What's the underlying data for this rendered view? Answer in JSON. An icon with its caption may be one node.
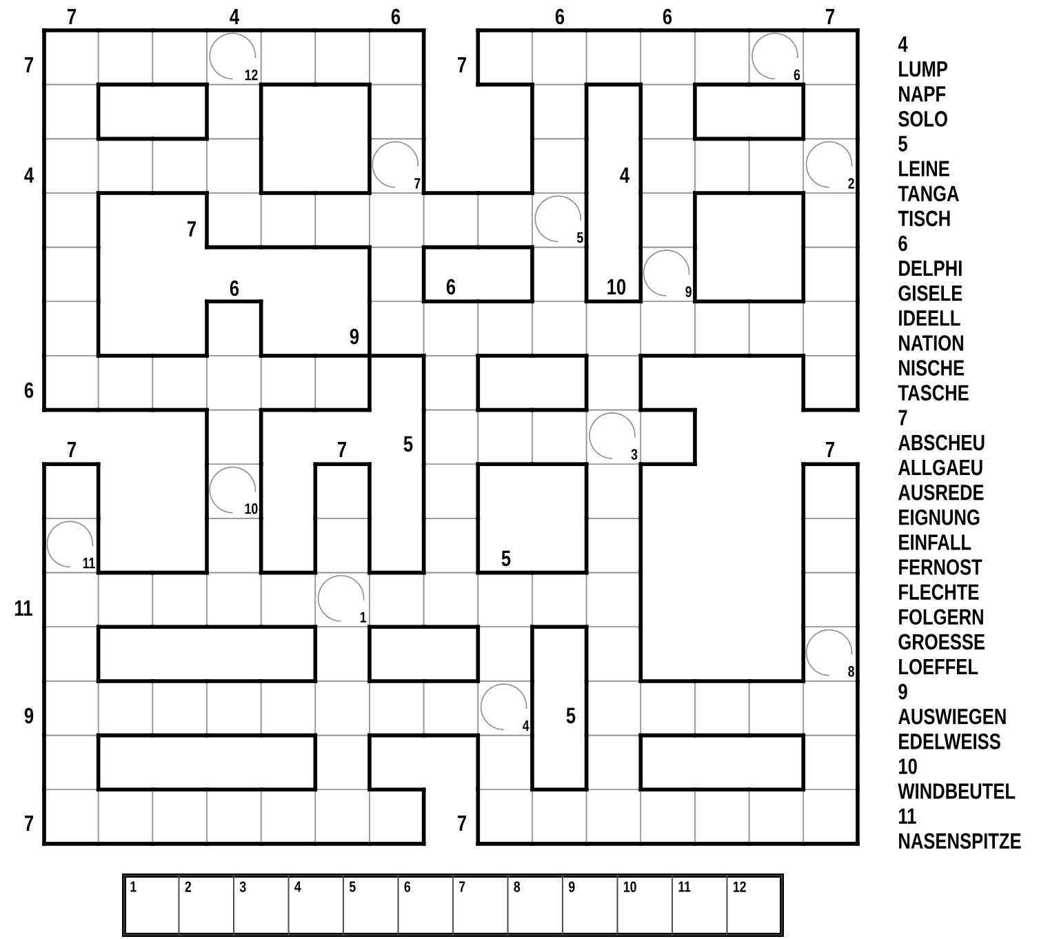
{
  "diagram": {
    "labels": [
      "7",
      "4",
      "6",
      "6",
      "6",
      "7",
      "7",
      "12",
      "7",
      "6",
      "4",
      "7",
      "4",
      "2",
      "7",
      "5",
      "6",
      "6",
      "10",
      "9",
      "9",
      "6",
      "7",
      "7",
      "5",
      "3",
      "7",
      "10",
      "11",
      "5",
      "11",
      "1",
      "8",
      "9",
      "4",
      "5",
      "7",
      "7",
      "4",
      "LUMP",
      "NAPF",
      "SOLO",
      "5",
      "LEINE",
      "TANGA",
      "TISCH",
      "6",
      "DELPHI",
      "GISELE",
      "IDEELL",
      "NATION",
      "NISCHE",
      "TASCHE",
      "7",
      "ABSCHEU",
      "ALLGAEU",
      "AUSREDE",
      "EIGNUNG",
      "EINFALL",
      "FERNOST",
      "FLECHTE",
      "FOLGERN",
      "GROESSE",
      "LOEFFEL",
      "9",
      "AUSWIEGEN",
      "EDELWEISS",
      "10",
      "WINDBEUTEL",
      "11",
      "NASENSPITZE",
      "1",
      "2",
      "3",
      "4",
      "5",
      "6",
      "7",
      "8",
      "9",
      "10",
      "11",
      "12"
    ]
  }
}
